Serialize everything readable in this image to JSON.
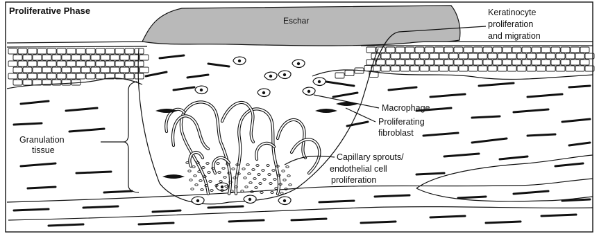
{
  "title": "Proliferative Phase",
  "labels": {
    "eschar": "Eschar",
    "keratinocyte_line1": "Keratinocyte",
    "keratinocyte_line2": "proliferation",
    "keratinocyte_line3": "and migration",
    "macrophage": "Macrophage",
    "fibroblast_line1": "Proliferating",
    "fibroblast_line2": "fibroblast",
    "granulation_line1": "Granulation",
    "granulation_line2": "tissue",
    "capillary_line1": "Capillary sprouts/",
    "capillary_line2": "endothelial cell",
    "capillary_line3": "proliferation"
  },
  "colors": {
    "eschar_fill": "#b9b9b9",
    "ink": "#111111",
    "background": "#ffffff"
  }
}
